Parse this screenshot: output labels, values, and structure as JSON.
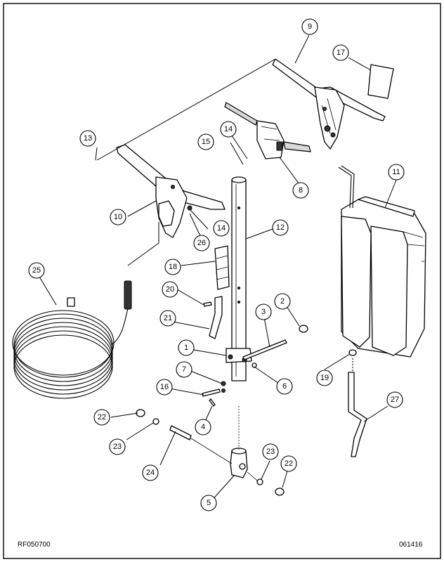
{
  "drawing": {
    "ref_left": "RF050700",
    "ref_right": "061416"
  },
  "callouts": [
    "1",
    "2",
    "3",
    "4",
    "5",
    "6",
    "7",
    "8",
    "9",
    "10",
    "11",
    "12",
    "13",
    "14",
    "14",
    "15",
    "16",
    "17",
    "18",
    "19",
    "20",
    "21",
    "22",
    "22",
    "23",
    "23",
    "24",
    "25",
    "26",
    "27"
  ]
}
